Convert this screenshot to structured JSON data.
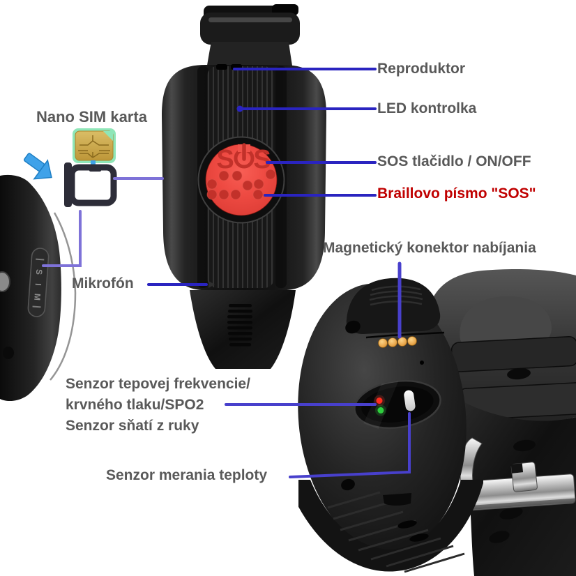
{
  "labels": {
    "nano_sim": "Nano SIM karta",
    "reproduktor": "Reproduktor",
    "led": "LED kontrolka",
    "sos": "SOS tlačidlo / ON/OFF",
    "braille": "Braillovo písmo \"SOS\"",
    "magneticky": "Magnetický konektor nabíjania",
    "mikrofon": "Mikrofón",
    "senzor1": "Senzor tepovej frekvencie/",
    "senzor2": "krvného tlaku/SPO2",
    "senzor3": "Senzor sňatí z ruky",
    "teplota": "Senzor merania teploty"
  },
  "device": {
    "sos_letter_left": "S",
    "sos_letter_right": "S",
    "sim_letter_1": "S",
    "sim_letter_2": "I",
    "sim_letter_3": "M"
  },
  "colors": {
    "label_gray": "#595959",
    "label_red": "#C00000",
    "line_blue": "#2A24C0",
    "line_violet": "#4840CC",
    "line_purple": "#7E72D8",
    "arrow_blue": "#3FA2E9",
    "sos_button_red": "#EE4A42",
    "sos_glyph_red": "#C2312A",
    "sim_card_gold": "#C9A84C",
    "sim_card_glow_green": "#8FE6B8",
    "charge_dot_gold": "#EAA94F",
    "sensor_red_led": "#FF2D1F",
    "sensor_green_led": "#2ECE3E"
  }
}
